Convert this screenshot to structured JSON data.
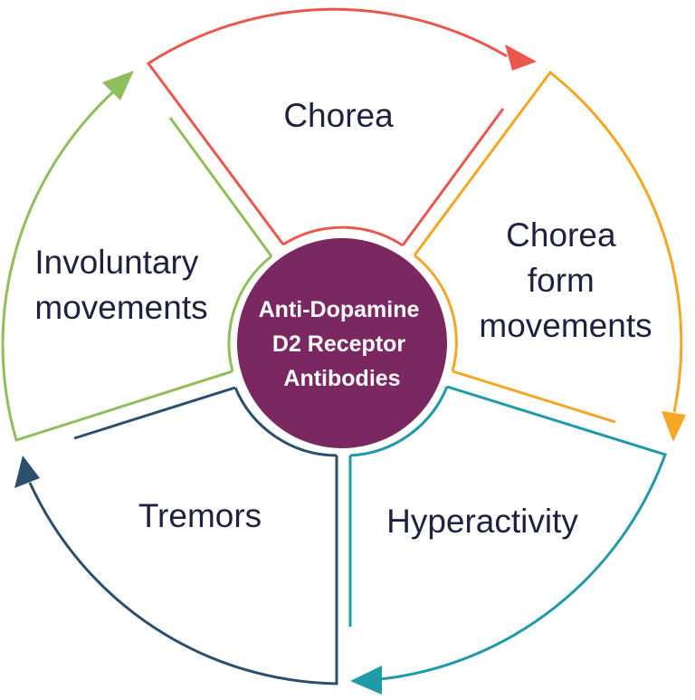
{
  "center": {
    "lines": [
      "Anti-Dopamine",
      "D2 Receptor",
      "Antibodies"
    ],
    "fill_color": "#7b2762"
  },
  "segments": [
    {
      "id": "chorea",
      "lines": [
        "Chorea"
      ],
      "color": "#e9574d"
    },
    {
      "id": "chorea-form",
      "lines": [
        "Chorea",
        "form",
        "movements"
      ],
      "color": "#f5a623"
    },
    {
      "id": "hyperactivity",
      "lines": [
        "Hyperactivity"
      ],
      "color": "#1f9aa8"
    },
    {
      "id": "tremors",
      "lines": [
        "Tremors"
      ],
      "color": "#2d4f6e"
    },
    {
      "id": "involuntary",
      "lines": [
        "Involuntary",
        "movements"
      ],
      "color": "#8fbf5a"
    }
  ]
}
